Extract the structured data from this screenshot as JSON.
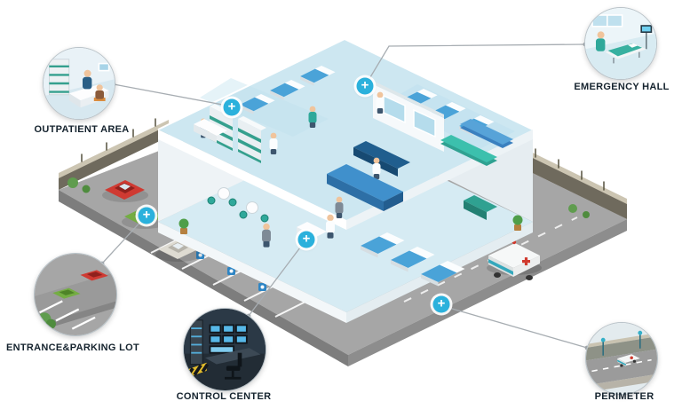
{
  "icons": {
    "plus": "+"
  },
  "colors": {
    "accent": "#2bb1dc",
    "label_text": "#15232e"
  },
  "callouts": [
    {
      "id": "outpatient-area",
      "label": "OUTPATIENT AREA"
    },
    {
      "id": "emergency-hall",
      "label": "EMERGENCY HALL"
    },
    {
      "id": "entrance-parking-lot",
      "label": "ENTRANCE&PARKING LOT"
    },
    {
      "id": "control-center",
      "label": "CONTROL CENTER"
    },
    {
      "id": "perimeter",
      "label": "PERIMETER"
    }
  ]
}
